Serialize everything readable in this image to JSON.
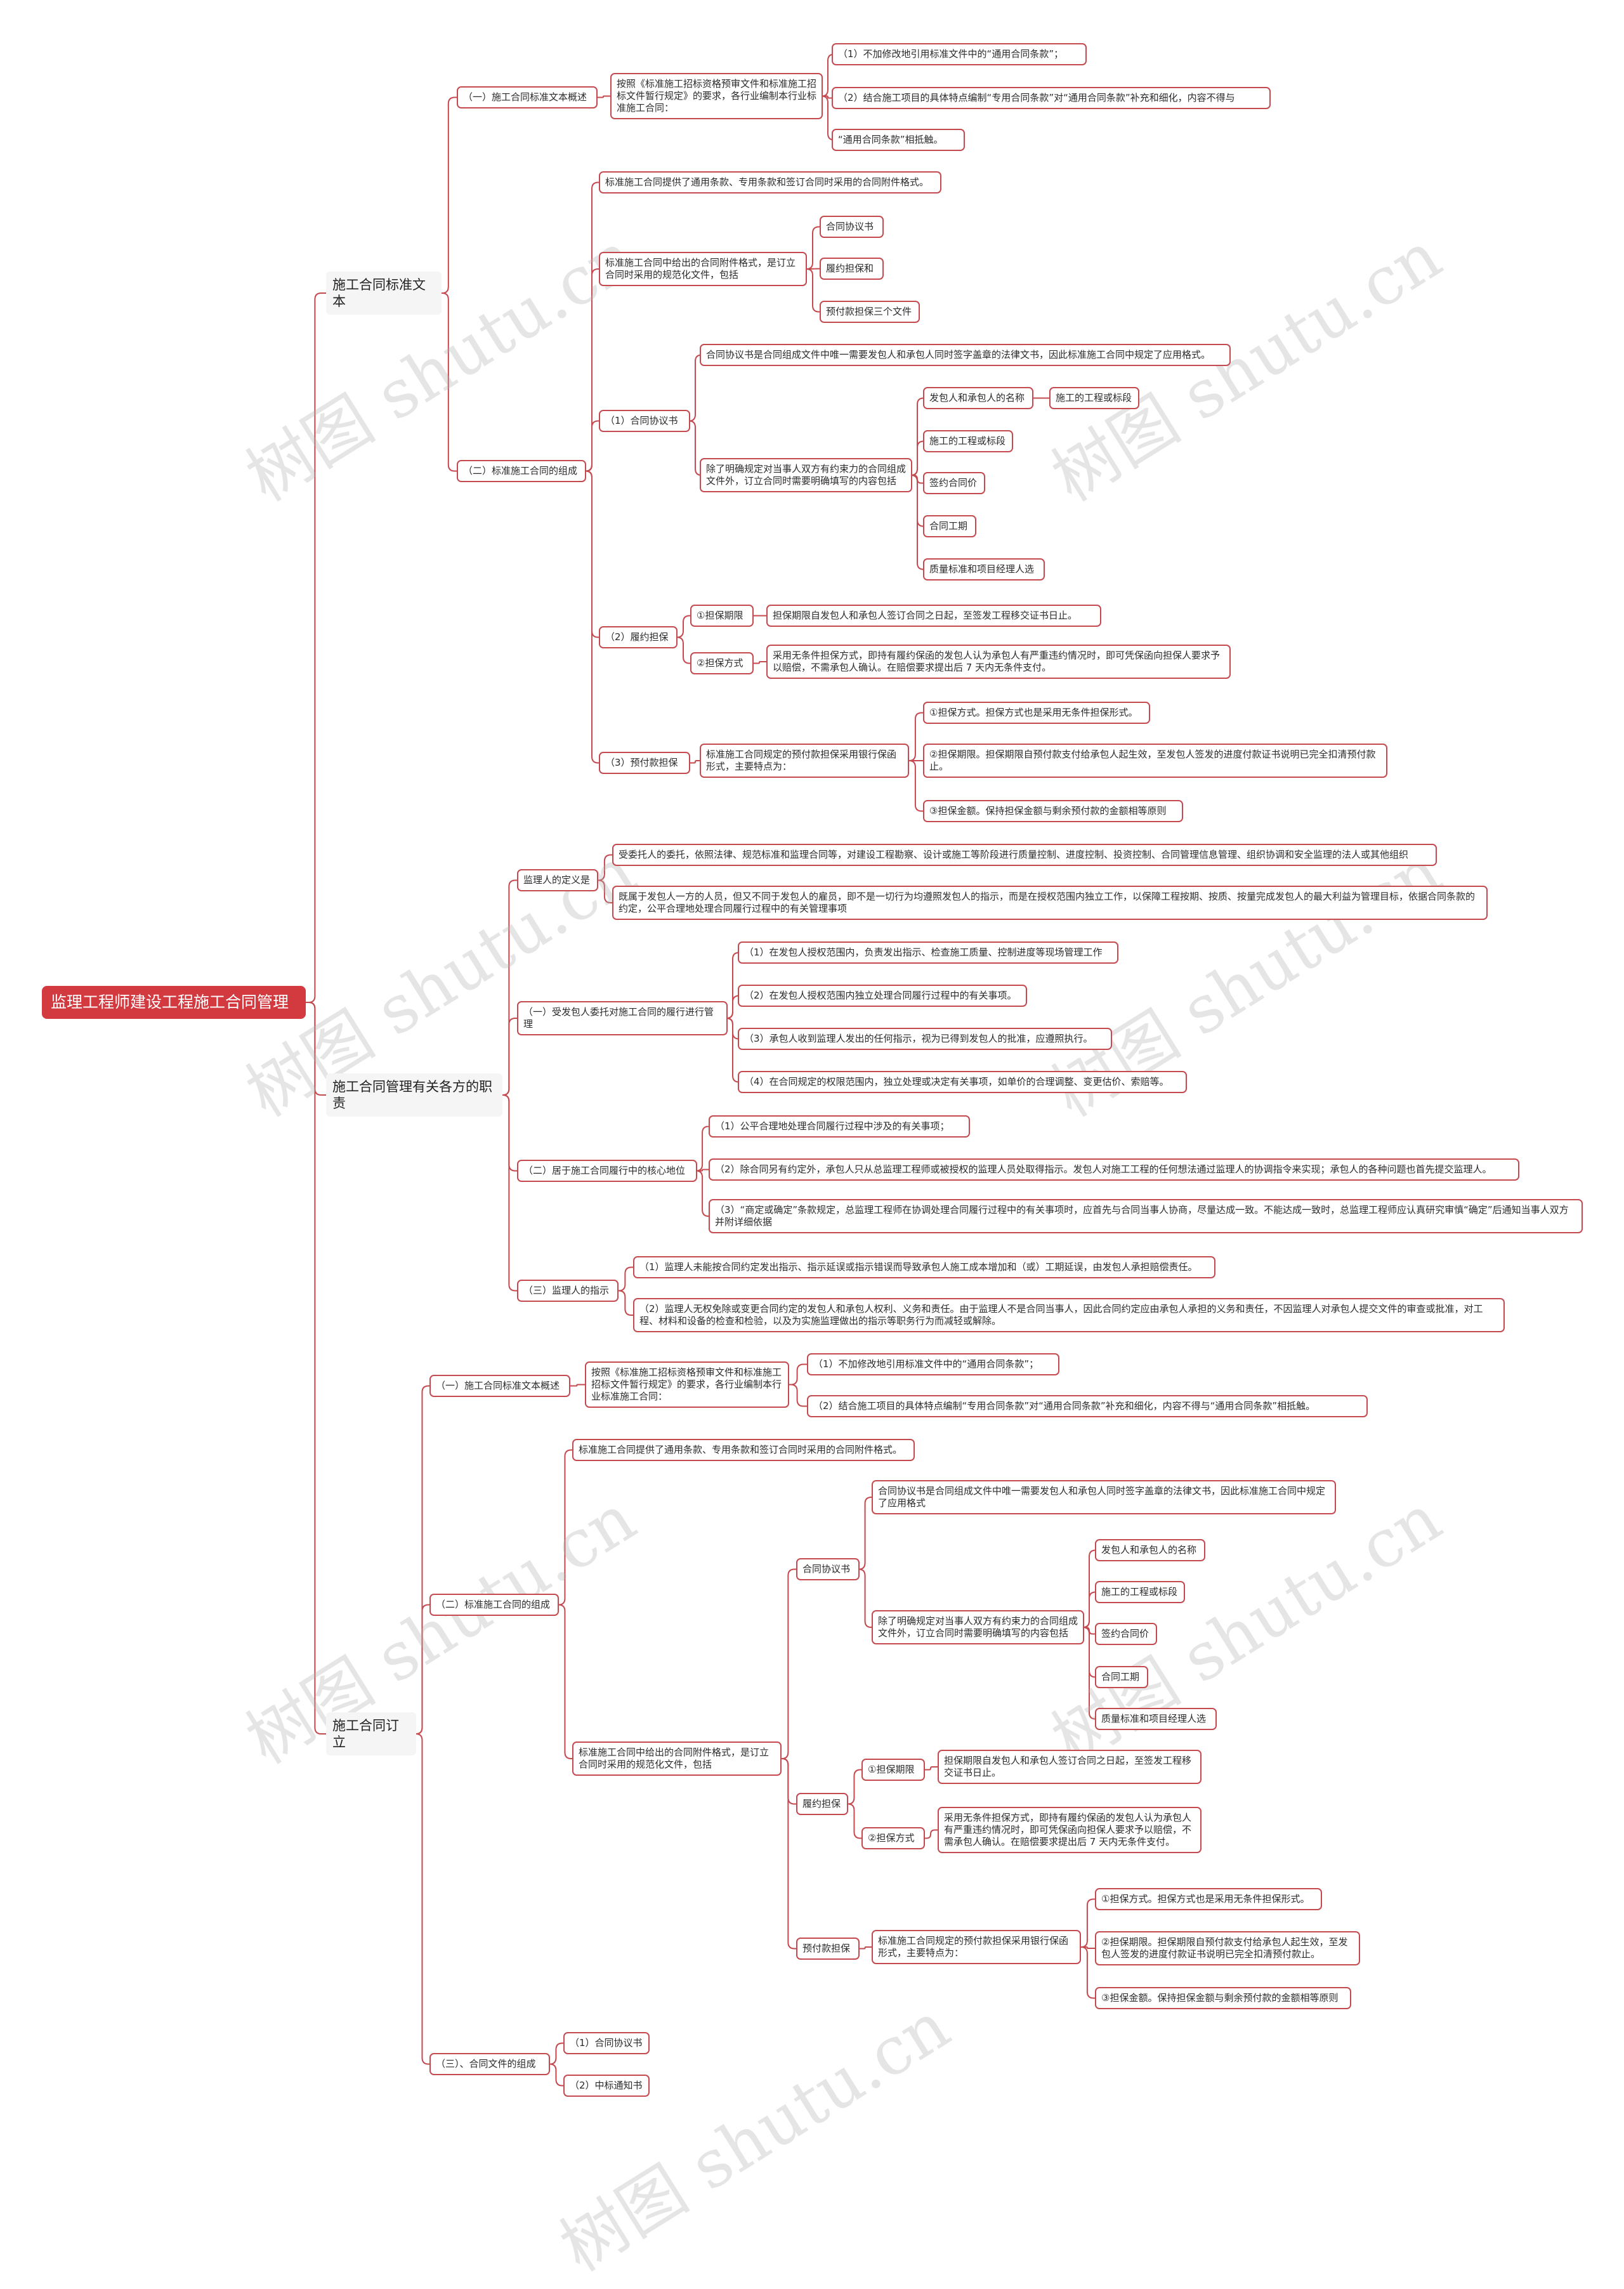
{
  "watermark": "树图 shutu.cn",
  "colors": {
    "line": "#c44a4f",
    "root_bg": "#d23a40",
    "border": "#c44a4f"
  },
  "root": "监理工程师建设工程施工合同管理",
  "b1": {
    "title": "施工合同标准文本",
    "s1": {
      "title": "（一）施工合同标准文本概述",
      "desc": "按照《标准施工招标资格预审文件和标准施工招标文件暂行规定》的要求，各行业编制本行业标准施工合同：",
      "i1": "（1）不加修改地引用标准文件中的“通用合同条款”；",
      "i2": "（2）结合施工项目的具体特点编制“专用合同条款”对“通用合同条款”补充和细化，内容不得与",
      "i3": "“通用合同条款”相抵触。"
    },
    "s2": {
      "title": "（二）标准施工合同的组成",
      "c1": "标准施工合同提供了通用条款、专用条款和签订合同时采用的合同附件格式。",
      "c2": {
        "text": "标准施工合同中给出的合同附件格式，是订立合同时采用的规范化文件，包括",
        "i1": "合同协议书",
        "i2": "履约担保和",
        "i3": "预付款担保三个文件"
      },
      "p1": {
        "title": "（1）合同协议书",
        "a": "合同协议书是合同组成文件中唯一需要发包人和承包人同时签字盖章的法律文书，因此标准施工合同中规定了应用格式。",
        "b": "除了明确规定对当事人双方有约束力的合同组成文件外，订立合同时需要明确填写的内容包括",
        "b1": "发包人和承包人的名称",
        "b1x": "施工的工程或标段",
        "b2": "施工的工程或标段",
        "b3": "签约合同价",
        "b4": "合同工期",
        "b5": "质量标准和项目经理人选"
      },
      "p2": {
        "title": "（2）履约担保",
        "a": "①担保期限",
        "a1": "担保期限自发包人和承包人签订合同之日起，至签发工程移交证书日止。",
        "b": "②担保方式",
        "b1": "采用无条件担保方式，即持有履约保函的发包人认为承包人有严重违约情况时，即可凭保函向担保人要求予以赔偿，不需承包人确认。在赔偿要求提出后 7 天内无条件支付。"
      },
      "p3": {
        "title": "（3）预付款担保",
        "a": "标准施工合同规定的预付款担保采用银行保函形式，主要特点为：",
        "a1": "①担保方式。担保方式也是采用无条件担保形式。",
        "a2": "②担保期限。担保期限自预付款支付给承包人起生效，至发包人签发的进度付款证书说明已完全扣清预付款止。",
        "a3": "③担保金额。保持担保金额与剩余预付款的金额相等原则"
      }
    }
  },
  "b2": {
    "title": "施工合同管理有关各方的职责",
    "d": {
      "title": "监理人的定义是",
      "a": "受委托人的委托，依照法律、规范标准和监理合同等，对建设工程勘察、设计或施工等阶段进行质量控制、进度控制、投资控制、合同管理信息管理、组织协调和安全监理的法人或其他组织",
      "b": "既属于发包人一方的人员，但又不同于发包人的雇员，即不是一切行为均遵照发包人的指示，而是在授权范围内独立工作，以保障工程按期、按质、按量完成发包人的最大利益为管理目标，依据合同条款的约定，公平合理地处理合同履行过程中的有关管理事项"
    },
    "s1": {
      "title": "（一）受发包人委托对施工合同的履行进行管理",
      "i1": "（1）在发包人授权范围内，负责发出指示、检查施工质量、控制进度等现场管理工作",
      "i2": "（2）在发包人授权范围内独立处理合同履行过程中的有关事项。",
      "i3": "（3）承包人收到监理人发出的任何指示，视为已得到发包人的批准，应遵照执行。",
      "i4": "（4）在合同规定的权限范围内，独立处理或决定有关事项，如单价的合理调整、变更估价、索赔等。"
    },
    "s2": {
      "title": "（二）居于施工合同履行中的核心地位",
      "i1": "（1）公平合理地处理合同履行过程中涉及的有关事项；",
      "i2": "（2）除合同另有约定外，承包人只从总监理工程师或被授权的监理人员处取得指示。发包人对施工工程的任何想法通过监理人的协调指令来实现；承包人的各种问题也首先提交监理人。",
      "i3": "（3）“商定或确定”条款规定，总监理工程师在协调处理合同履行过程中的有关事项时，应首先与合同当事人协商，尽量达成一致。不能达成一致时，总监理工程师应认真研究审慎“确定”后通知当事人双方并附详细依据"
    },
    "s3": {
      "title": "（三）监理人的指示",
      "i1": "（1）监理人未能按合同约定发出指示、指示延误或指示错误而导致承包人施工成本增加和（或）工期延误，由发包人承担赔偿责任。",
      "i2": "（2）监理人无权免除或变更合同约定的发包人和承包人权利、义务和责任。由于监理人不是合同当事人，因此合同约定应由承包人承担的义务和责任，不因监理人对承包人提交文件的审查或批准，对工程、材料和设备的检查和检验，以及为实施监理做出的指示等职务行为而减轻或解除。"
    }
  },
  "b3": {
    "title": "施工合同订立",
    "s1": {
      "title": "（一）施工合同标准文本概述",
      "desc": "按照《标准施工招标资格预审文件和标准施工招标文件暂行规定》的要求，各行业编制本行业标准施工合同：",
      "i1": "（1）不加修改地引用标准文件中的“通用合同条款”；",
      "i2": "（2）结合施工项目的具体特点编制“专用合同条款”对“通用合同条款”补充和细化，内容不得与“通用合同条款”相抵触。"
    },
    "s2": {
      "title": "（二）标准施工合同的组成",
      "c1": "标准施工合同提供了通用条款、专用条款和签订合同时采用的合同附件格式。",
      "c2": "标准施工合同中给出的合同附件格式，是订立合同时采用的规范化文件，包括",
      "p1": {
        "title": "合同协议书",
        "a": "合同协议书是合同组成文件中唯一需要发包人和承包人同时签字盖章的法律文书，因此标准施工合同中规定了应用格式",
        "b": "除了明确规定对当事人双方有约束力的合同组成文件外，订立合同时需要明确填写的内容包括",
        "b1": "发包人和承包人的名称",
        "b2": "施工的工程或标段",
        "b3": "签约合同价",
        "b4": "合同工期",
        "b5": "质量标准和项目经理人选"
      },
      "p2": {
        "title": "履约担保",
        "a": "①担保期限",
        "a1": "担保期限自发包人和承包人签订合同之日起，至签发工程移交证书日止。",
        "b": "②担保方式",
        "b1": "采用无条件担保方式，即持有履约保函的发包人认为承包人有严重违约情况时，即可凭保函向担保人要求予以赔偿，不需承包人确认。在赔偿要求提出后 7 天内无条件支付。"
      },
      "p3": {
        "title": "预付款担保",
        "a": "标准施工合同规定的预付款担保采用银行保函形式，主要特点为：",
        "a1": "①担保方式。担保方式也是采用无条件担保形式。",
        "a2": "②担保期限。担保期限自预付款支付给承包人起生效，至发包人签发的进度付款证书说明已完全扣清预付款止。",
        "a3": "③担保金额。保持担保金额与剩余预付款的金额相等原则"
      }
    },
    "s3": {
      "title": "（三）、合同文件的组成",
      "i1": "（1）合同协议书",
      "i2": "（2）中标通知书"
    }
  }
}
